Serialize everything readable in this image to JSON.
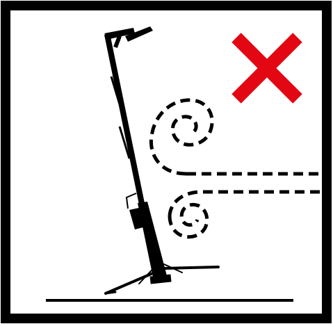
{
  "sign": {
    "kind": "prohibition-pictogram",
    "frame_color": "#000000",
    "background_color": "#ffffff",
    "subject": "floor-lamp-tilted-by-wind",
    "prohibition_mark": {
      "symbol": "cross",
      "color": "#e30613"
    },
    "wind_indicator": {
      "style": "dashed-spirals",
      "color": "#000000"
    }
  }
}
